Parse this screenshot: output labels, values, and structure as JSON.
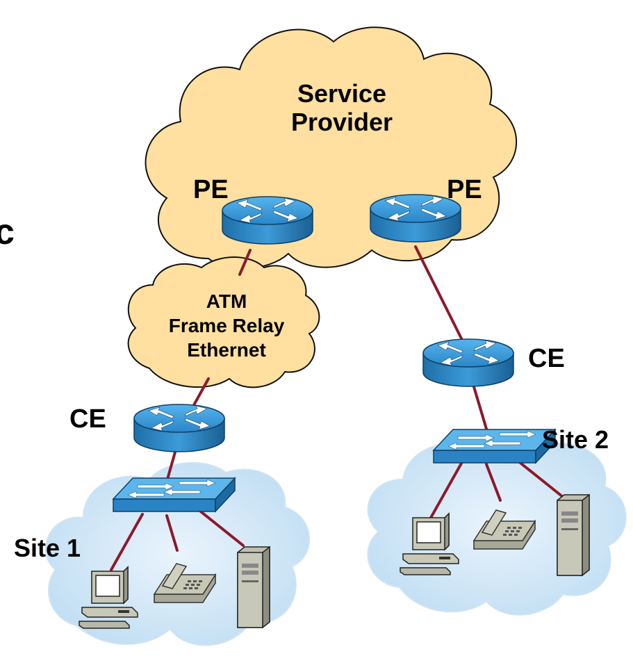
{
  "provider": {
    "line1": "Service",
    "line2": "Provider"
  },
  "pe_left": "PE",
  "pe_right": "PE",
  "access": {
    "line1": "ATM",
    "line2": "Frame Relay",
    "line3": "Ethernet"
  },
  "ce_left": "CE",
  "ce_right": "CE",
  "site1": "Site 1",
  "site2": "Site 2",
  "edge_glyph": "c",
  "colors": {
    "cloud_fill": "#FFE0A0",
    "site_cloud_fill": "#D8EAF8",
    "router_blue": "#3F9AD6",
    "link_red": "#8B1A2B",
    "device_gray": "#B8B8A8"
  }
}
